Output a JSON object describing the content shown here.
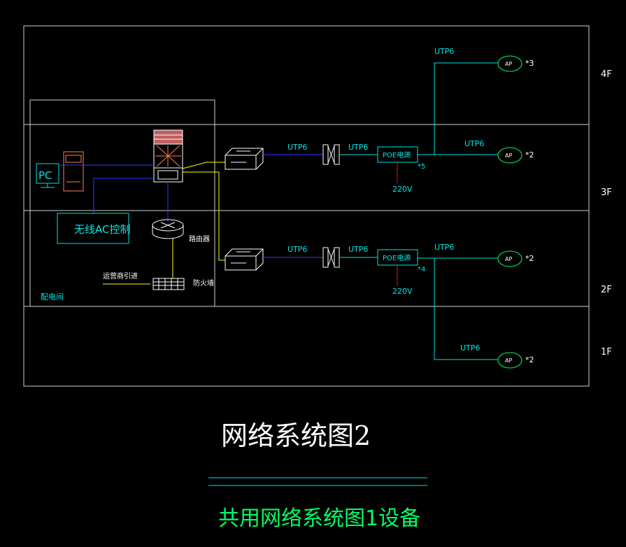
{
  "floors": {
    "f4": "4F",
    "f3": "3F",
    "f2": "2F",
    "f1": "1F"
  },
  "cables": {
    "utp_1": "UTP6",
    "utp_2": "UTP6",
    "utp_3": "UTP6",
    "utp_4": "UTP6",
    "utp_5": "UTP6",
    "utp_6": "UTP6",
    "utp_7": "UTP6",
    "utp_8": "UTP6"
  },
  "poe_label": "POE电源",
  "poe_top_count": "*5",
  "poe_bottom_count": "*4",
  "power_top": "220V",
  "power_bottom": "220V",
  "ap_label": "AP",
  "ap_counts": {
    "ap1": "*3",
    "ap2": "*2",
    "ap3": "*2",
    "ap4": "*2"
  },
  "pc_label": "PC",
  "ac_label": "无线AC控制",
  "router_label": "路由器",
  "firewall_label": "防火墙",
  "isp_label": "运营商引进",
  "room_label": "配电间",
  "main_title": "网络系统图2",
  "sub_title": "共用网络系统图1设备",
  "colors": {
    "background": "#000000",
    "frame": "#ffffff",
    "cable_cyan": "#00e5e5",
    "cable_blue": "#0000ff",
    "cable_yellow": "#ffff00",
    "power_red": "#ff0000",
    "device_green": "#00ff66"
  }
}
